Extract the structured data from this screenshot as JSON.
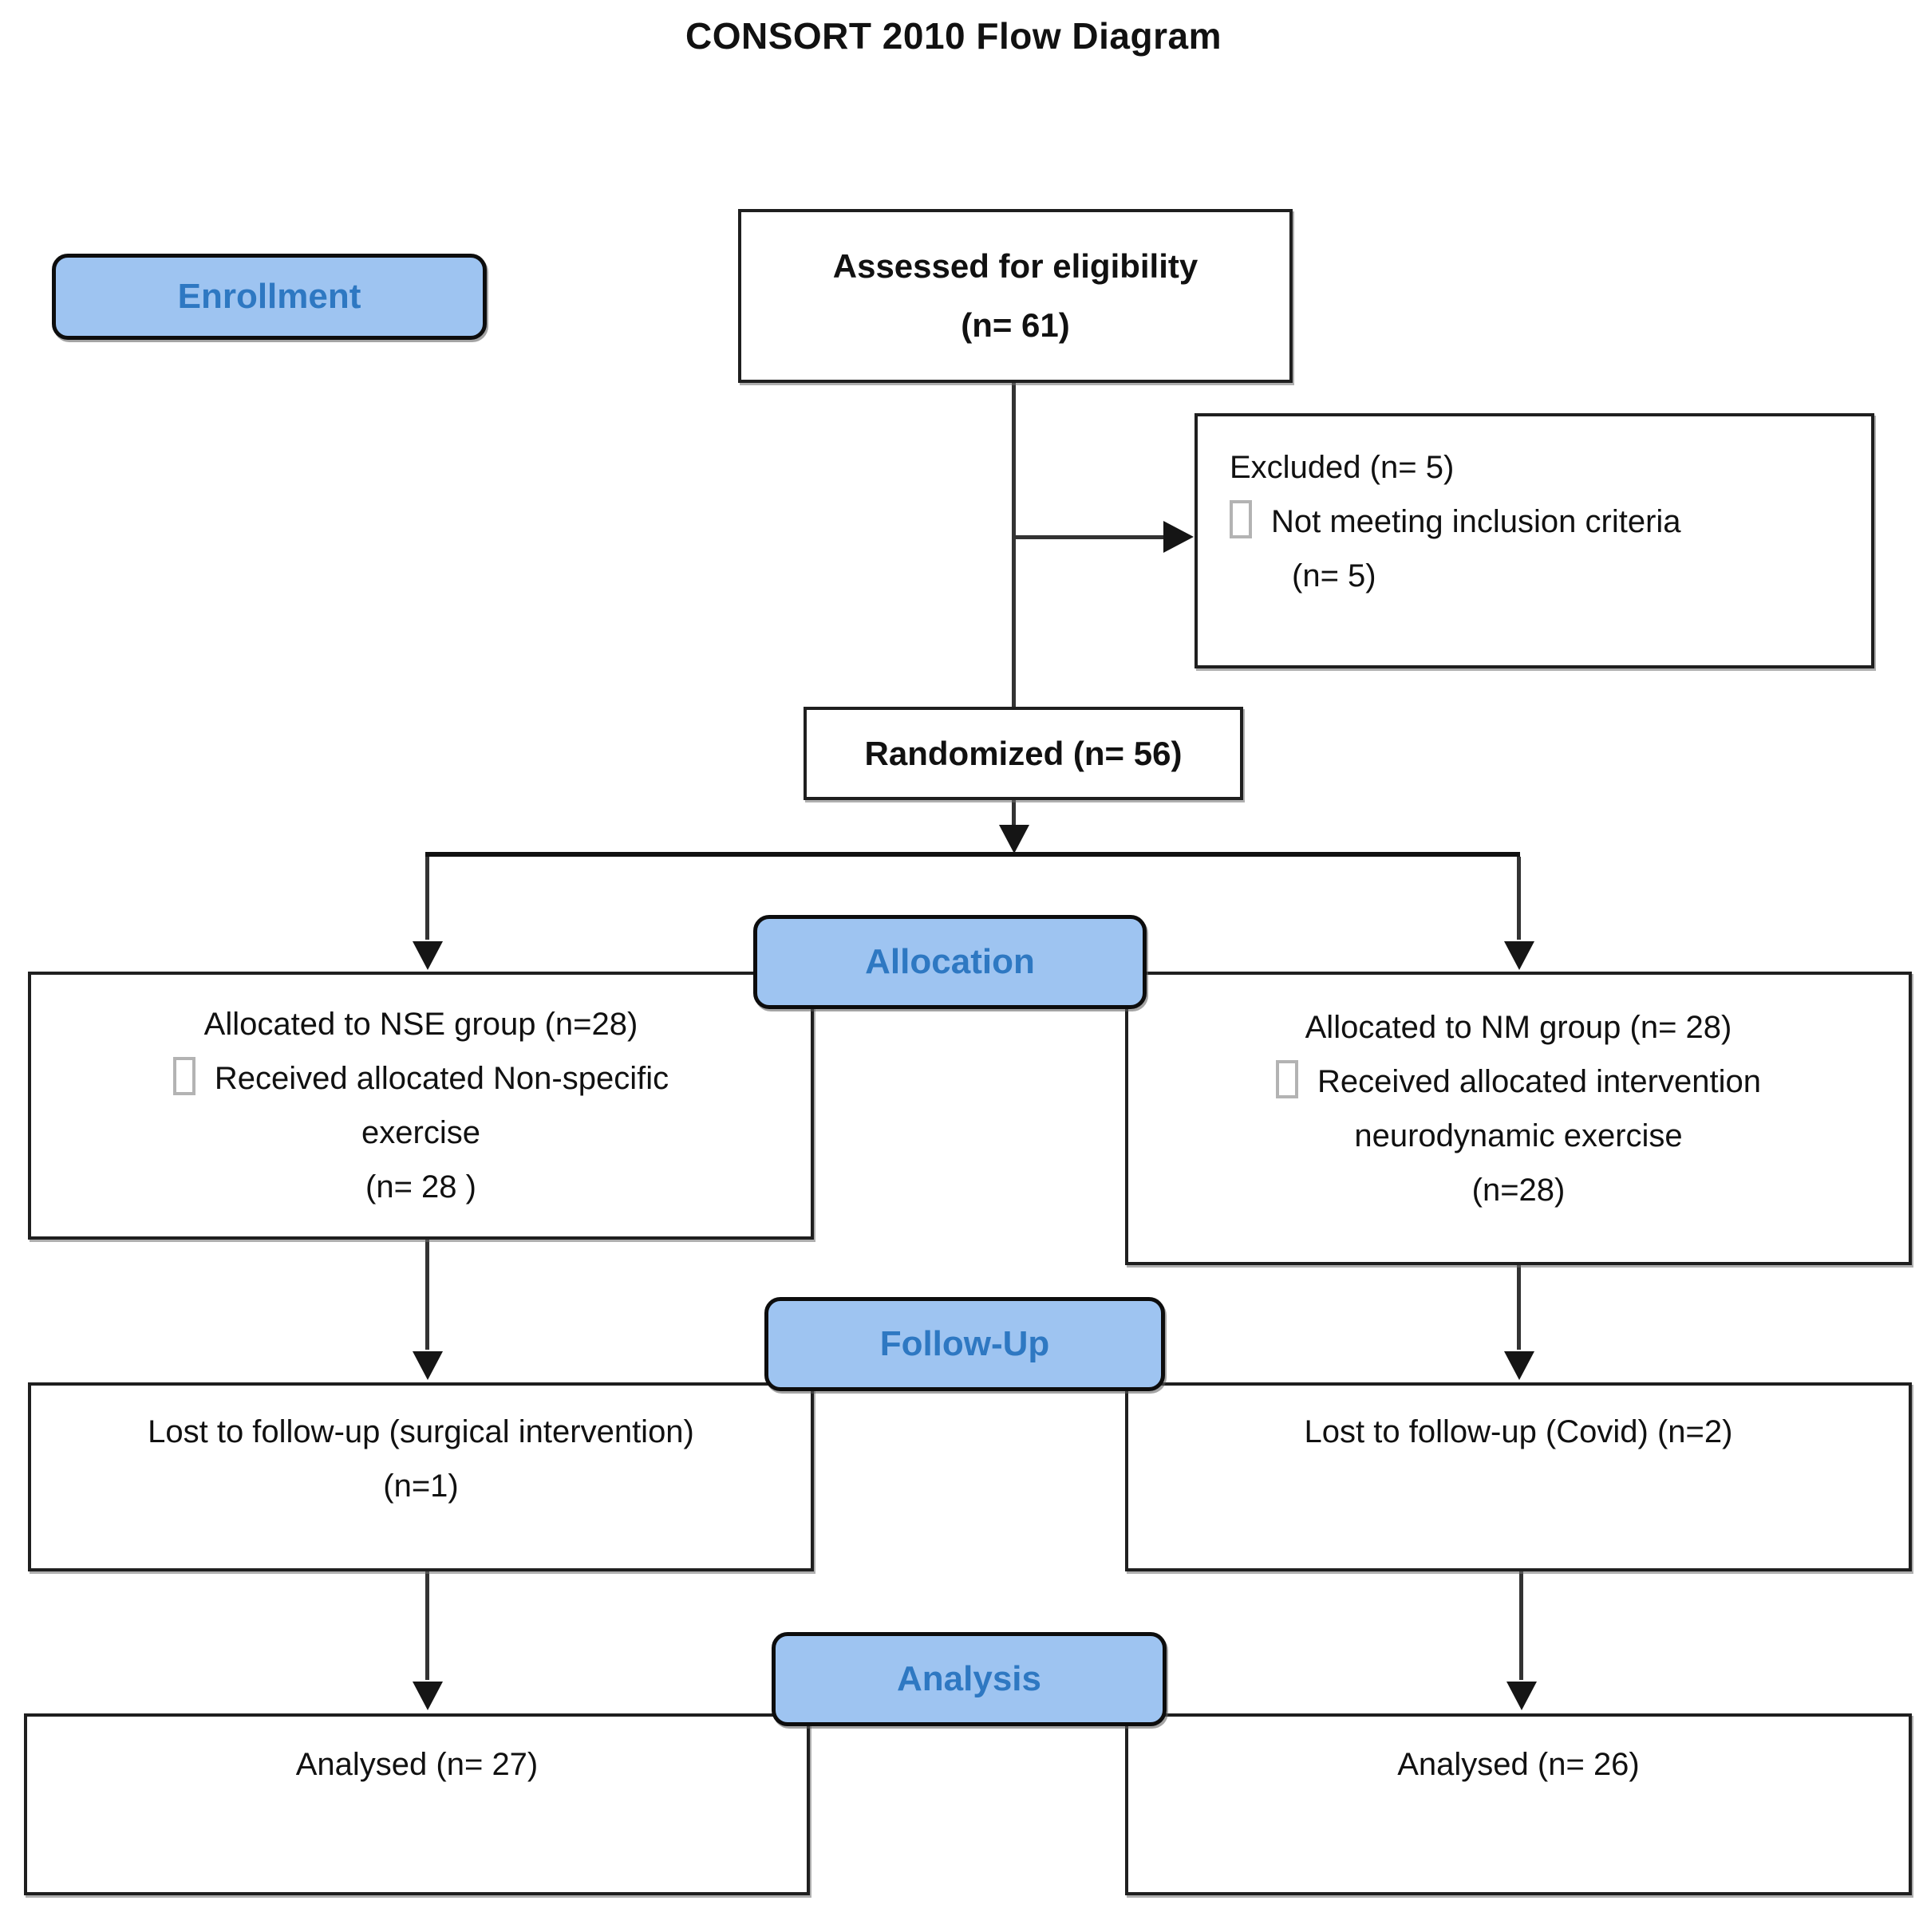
{
  "title": "CONSORT 2010 Flow Diagram",
  "stage_labels": {
    "enrollment": "Enrollment",
    "allocation": "Allocation",
    "follow_up": "Follow-Up",
    "analysis": "Analysis"
  },
  "boxes": {
    "assessed": {
      "line1": "Assessed for eligibility",
      "line2": "(n= 61)"
    },
    "excluded": {
      "line1": "Excluded (n= 5)",
      "bullet_text": "Not meeting inclusion criteria",
      "bullet_n": "(n= 5)"
    },
    "randomized": {
      "line1": "Randomized (n= 56)"
    },
    "alloc_left": {
      "line1": "Allocated to NSE group (n=28)",
      "bullet_text": "Received allocated Non-specific",
      "line3": "exercise",
      "line4": "(n= 28 )"
    },
    "alloc_right": {
      "line1": "Allocated to NM group (n= 28)",
      "bullet_text": "Received allocated intervention",
      "line3": "neurodynamic exercise",
      "line4": "(n=28)"
    },
    "followup_left": {
      "line1": "Lost to follow-up (surgical intervention)",
      "line2": "(n=1)"
    },
    "followup_right": {
      "line1": "Lost to follow-up (Covid) (n=2)"
    },
    "analysed_left": {
      "line1": "Analysed (n= 27)"
    },
    "analysed_right": {
      "line1": "Analysed (n= 26)"
    }
  },
  "colors": {
    "label_fill": "#9EC4F1",
    "label_text": "#2E78C2",
    "box_bg": "#FFFFFF",
    "border": "#1F1F1F",
    "line": "#333333",
    "text": "#111111",
    "bullet_border": "#B3B3B3"
  }
}
